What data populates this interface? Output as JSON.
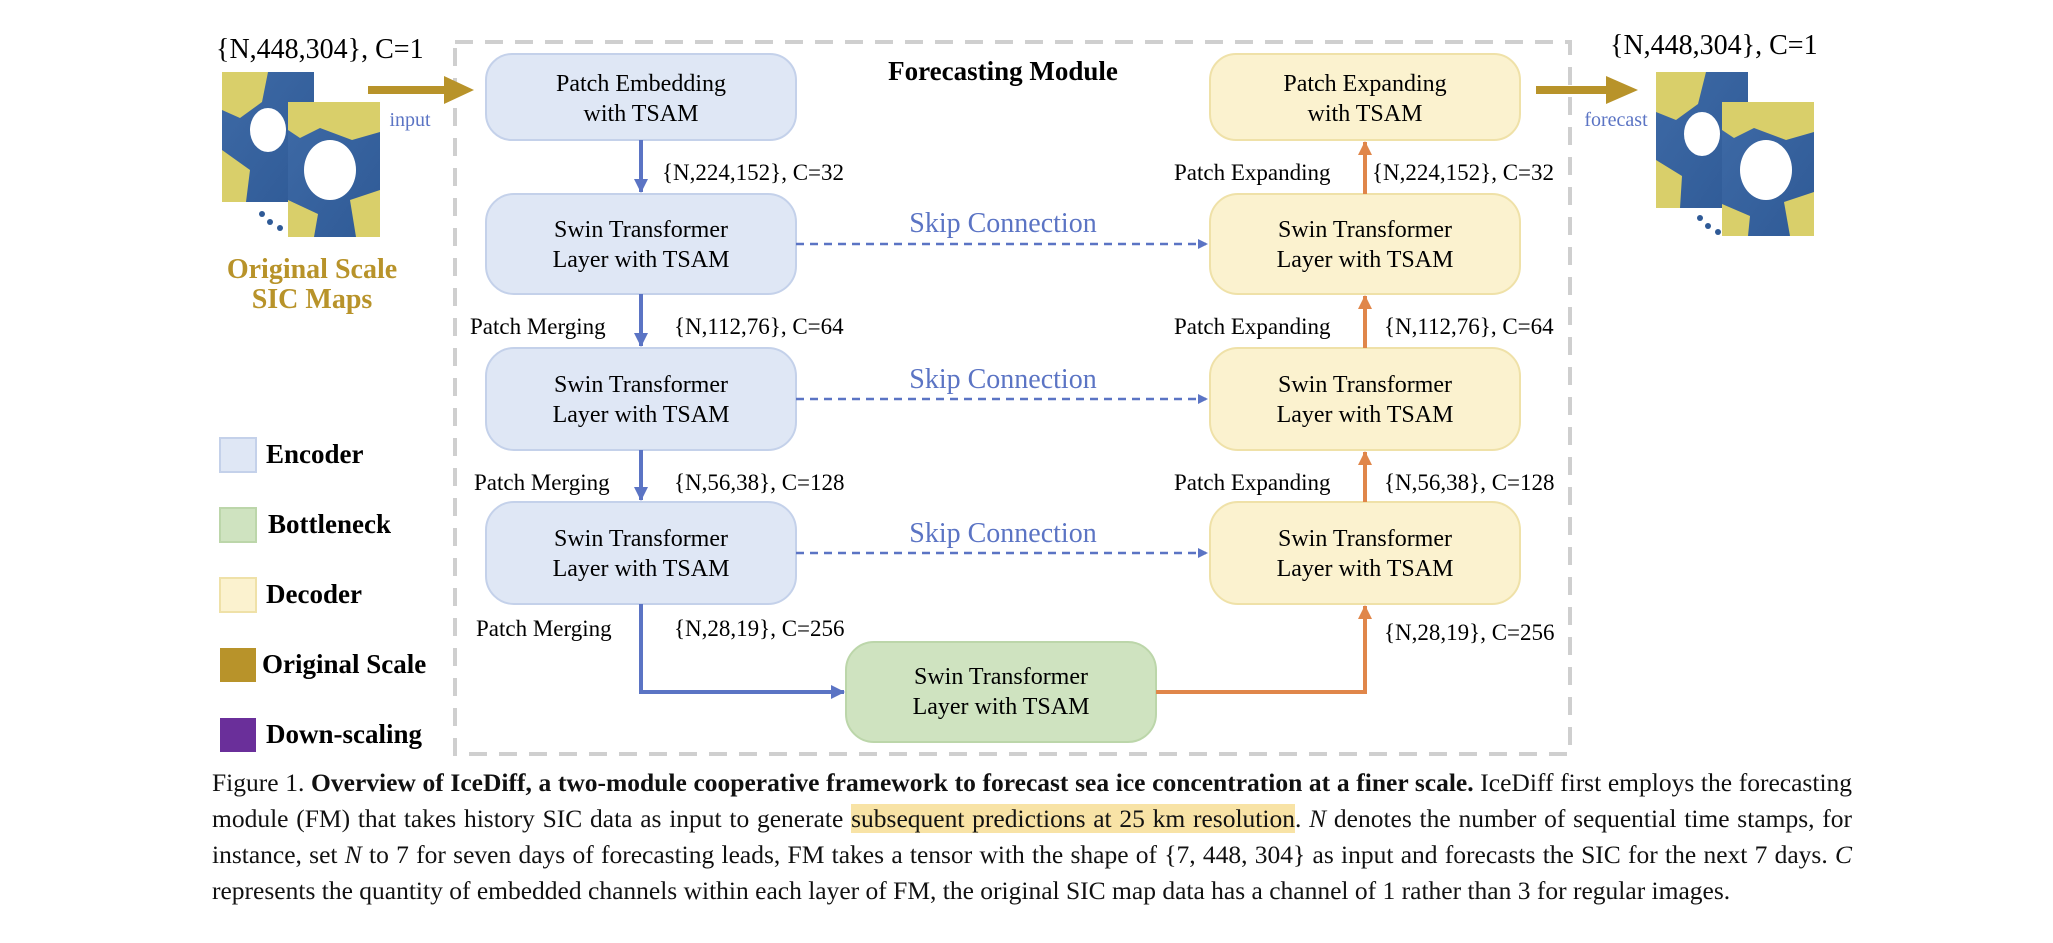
{
  "diagram": {
    "module_title": "Forecasting Module",
    "input_shape": "{N,448,304}, C=1",
    "output_shape": "{N,448,304}, C=1",
    "input_label": "input",
    "forecast_label": "forecast",
    "original_scale_line1": "Original Scale",
    "original_scale_line2": "SIC Maps",
    "encoder": {
      "patch_embedding": [
        "Patch Embedding",
        "with TSAM"
      ],
      "swin_blocks": [
        [
          "Swin Transformer",
          "Layer with TSAM"
        ],
        [
          "Swin Transformer",
          "Layer with TSAM"
        ],
        [
          "Swin Transformer",
          "Layer with TSAM"
        ]
      ],
      "shapes": [
        "{N,224,152}, C=32",
        "{N,112,76}, C=64",
        "{N,56,38}, C=128",
        "{N,28,19}, C=256"
      ],
      "merging_label": "Patch Merging"
    },
    "bottleneck": [
      "Swin Transformer",
      "Layer with TSAM"
    ],
    "decoder": {
      "patch_expanding": [
        "Patch Expanding",
        "with TSAM"
      ],
      "swin_blocks": [
        [
          "Swin Transformer",
          "Layer with TSAM"
        ],
        [
          "Swin Transformer",
          "Layer with TSAM"
        ],
        [
          "Swin Transformer",
          "Layer with TSAM"
        ]
      ],
      "shapes": [
        "{N,224,152}, C=32",
        "{N,112,76}, C=64",
        "{N,56,38}, C=128",
        "{N,28,19}, C=256"
      ],
      "expanding_label": "Patch Expanding"
    },
    "skip_label": "Skip Connection",
    "legend": [
      {
        "label": "Encoder",
        "color": "#dfe7f5"
      },
      {
        "label": "Bottleneck",
        "color": "#cfe3c0"
      },
      {
        "label": "Decoder",
        "color": "#fbf2cf"
      },
      {
        "label": "Original Scale",
        "color": "#b8932a"
      },
      {
        "label": "Down-scaling",
        "color": "#6a2f9a"
      }
    ],
    "colors": {
      "encoder_arrow": "#5b74c4",
      "decoder_arrow": "#e0864a",
      "io_arrow": "#b8932a",
      "gold_text": "#b8932a",
      "blue_text": "#5b74c4",
      "highlight": "#f8e3a6"
    }
  },
  "caption": {
    "fig_label": "Figure 1.",
    "bold_title": "Overview of IceDiff, a two-module cooperative framework to forecast sea ice concentration at a finer scale.",
    "text_1": "IceDiff first employs the forecasting module (FM) that takes history SIC data as input to generate",
    "highlight": "subsequent predictions at 25 km resolution",
    "text_2": ". ",
    "var_n": "N",
    "text_3": " denotes the number of sequential time stamps, for instance, set ",
    "var_n2": "N",
    "text_4": " to 7 for seven days of forecasting leads, FM takes a tensor with the shape of {7, 448, 304} as input and forecasts the SIC for the next 7 days. ",
    "var_c": "C",
    "text_5": " represents the quantity of embedded channels within each layer of FM, the original SIC map data has a channel of 1 rather than 3 for regular images."
  }
}
